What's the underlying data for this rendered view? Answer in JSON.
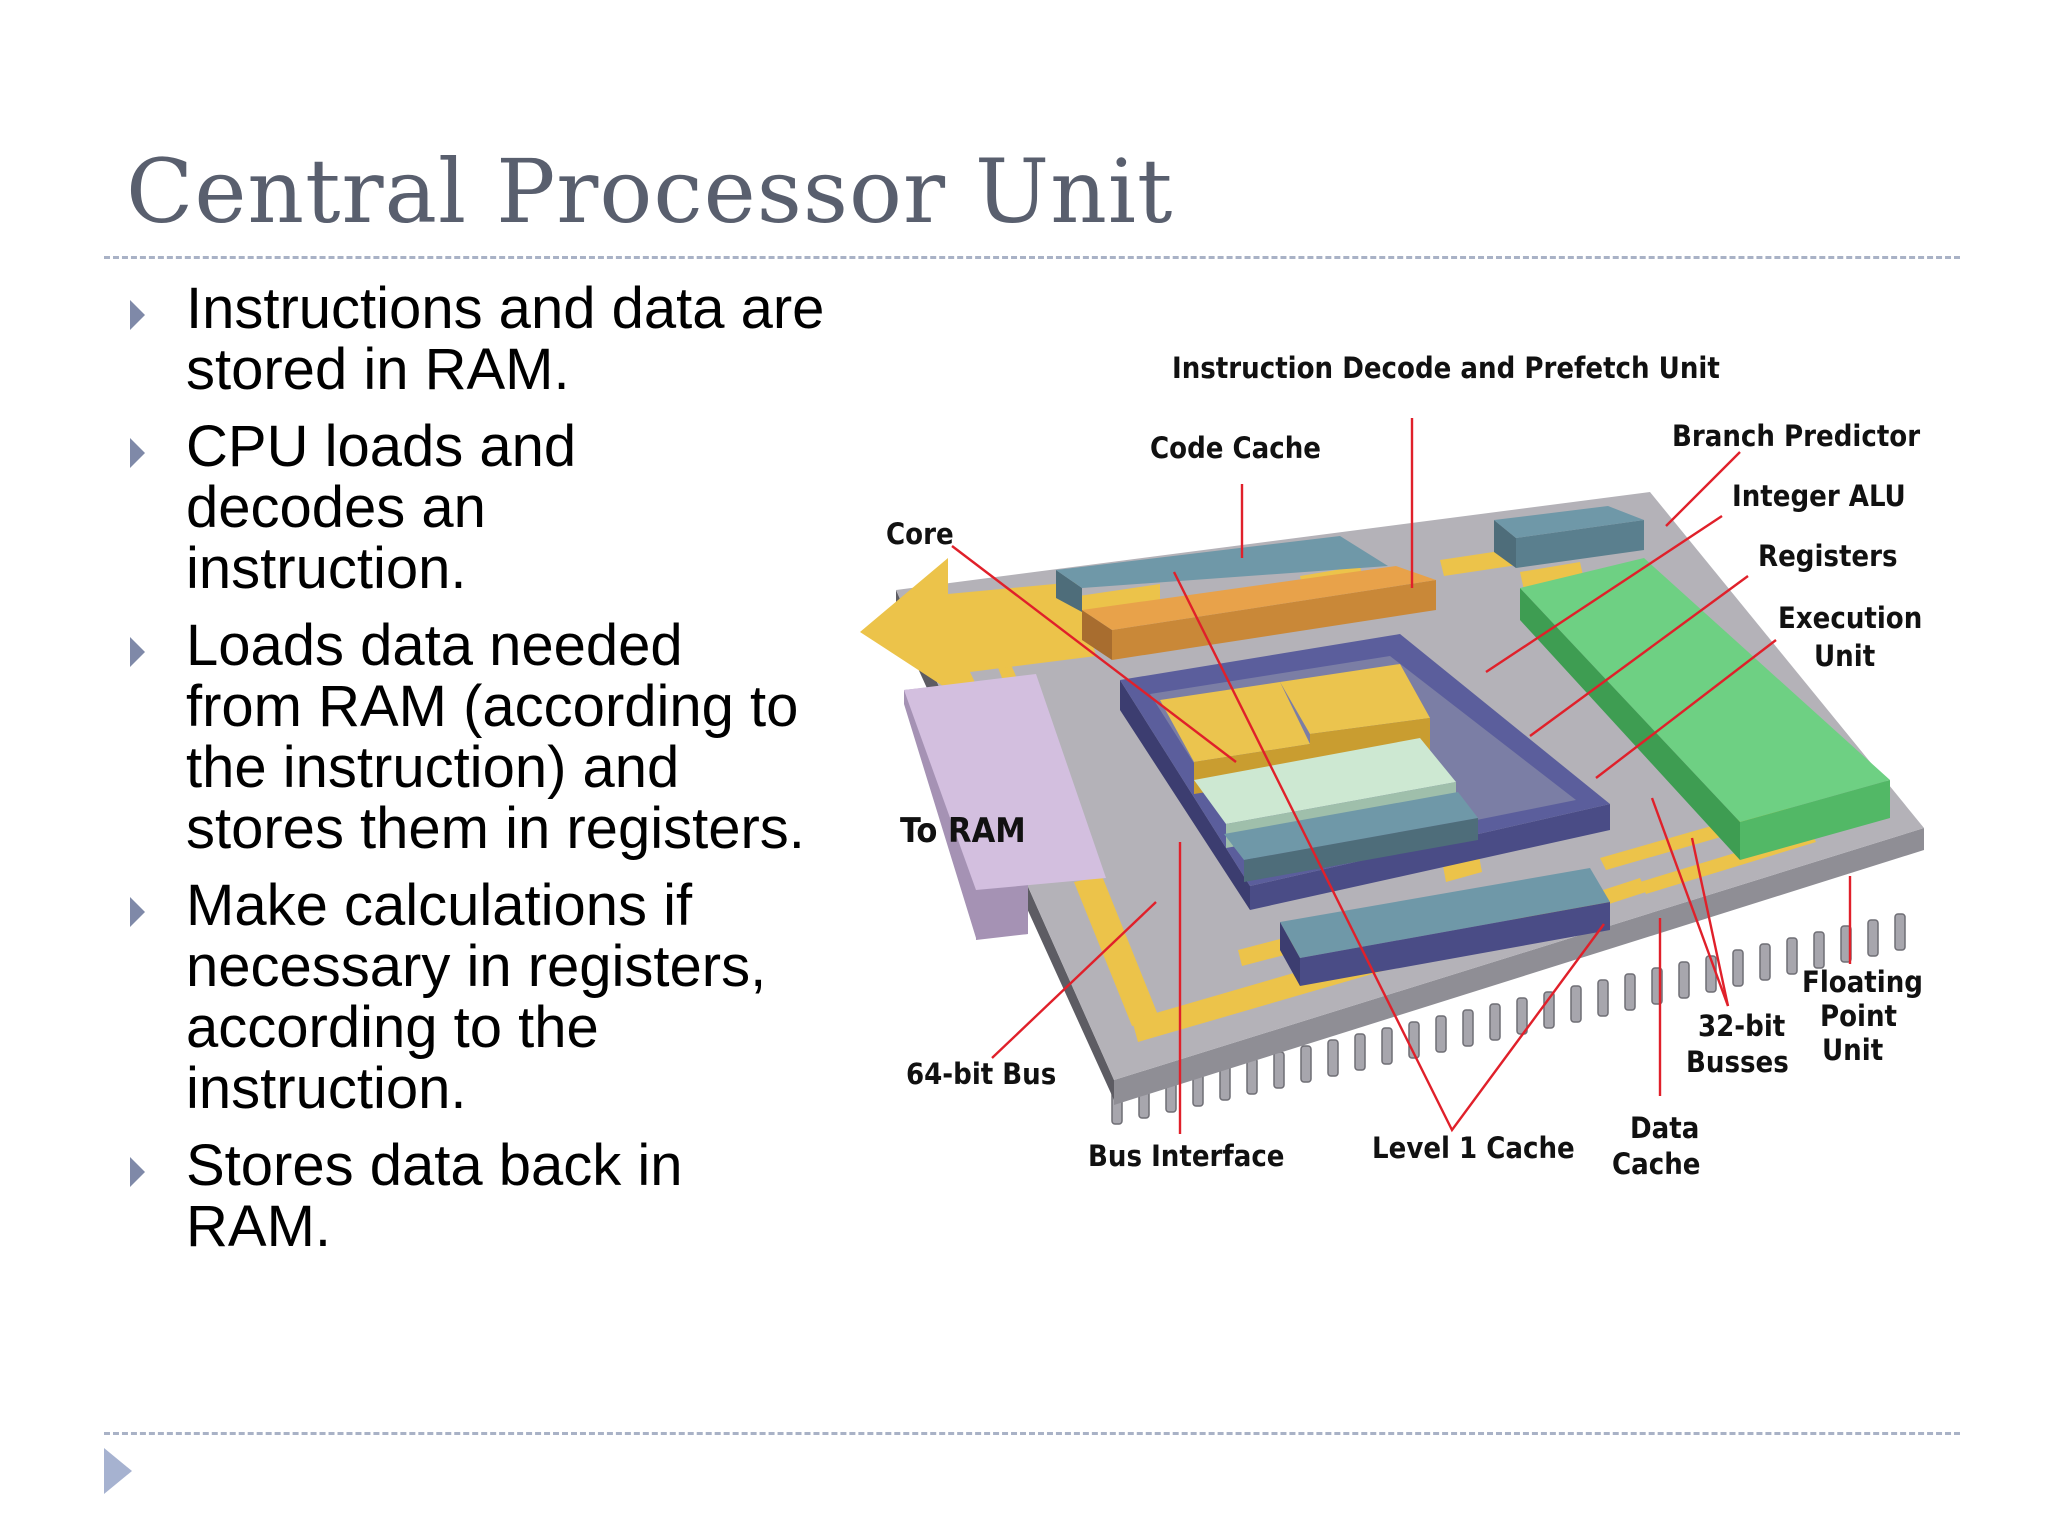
{
  "slide": {
    "title": "Central Processor Unit",
    "bullets": [
      {
        "text": "Instructions and data are stored in RAM."
      },
      {
        "text": "CPU loads and decodes an instruction."
      },
      {
        "text": "Loads data needed from RAM (according to the instruction) and stores them in registers."
      },
      {
        "text": "Make calculations if necessary in registers, according to the instruction."
      },
      {
        "text": "Stores data back in RAM."
      }
    ],
    "bullet_icon": "triangle-right-icon",
    "nav_icon": "next-slide-icon"
  },
  "diagram": {
    "labels": {
      "instruction_decode": "Instruction Decode and Prefetch Unit",
      "code_cache": "Code Cache",
      "branch_predictor": "Branch Predictor",
      "integer_alu": "Integer ALU",
      "registers": "Registers",
      "execution_unit_1": "Execution",
      "execution_unit_2": "Unit",
      "core": "Core",
      "to_ram": "To RAM",
      "bus_64": "64-bit Bus",
      "bus_interface": "Bus Interface",
      "level1_cache": "Level 1 Cache",
      "data_cache_1": "Data",
      "data_cache_2": "Cache",
      "busses_32_1": "32-bit",
      "busses_32_2": "Busses",
      "fpu_1": "Floating",
      "fpu_2": "Point",
      "fpu_3": "Unit"
    },
    "colors": {
      "board": "#b4b2b8",
      "cache_blue": "#6f98a8",
      "decode_orange": "#e8a24a",
      "alu_yellow": "#ebc44e",
      "registers_mint": "#cde8d2",
      "execution_green": "#6ed083",
      "bus_lilac": "#d3bfdf",
      "trace_yellow": "#ecc34a",
      "arrow_yellow": "#ecc34a",
      "leader_red": "#e0202a"
    }
  }
}
